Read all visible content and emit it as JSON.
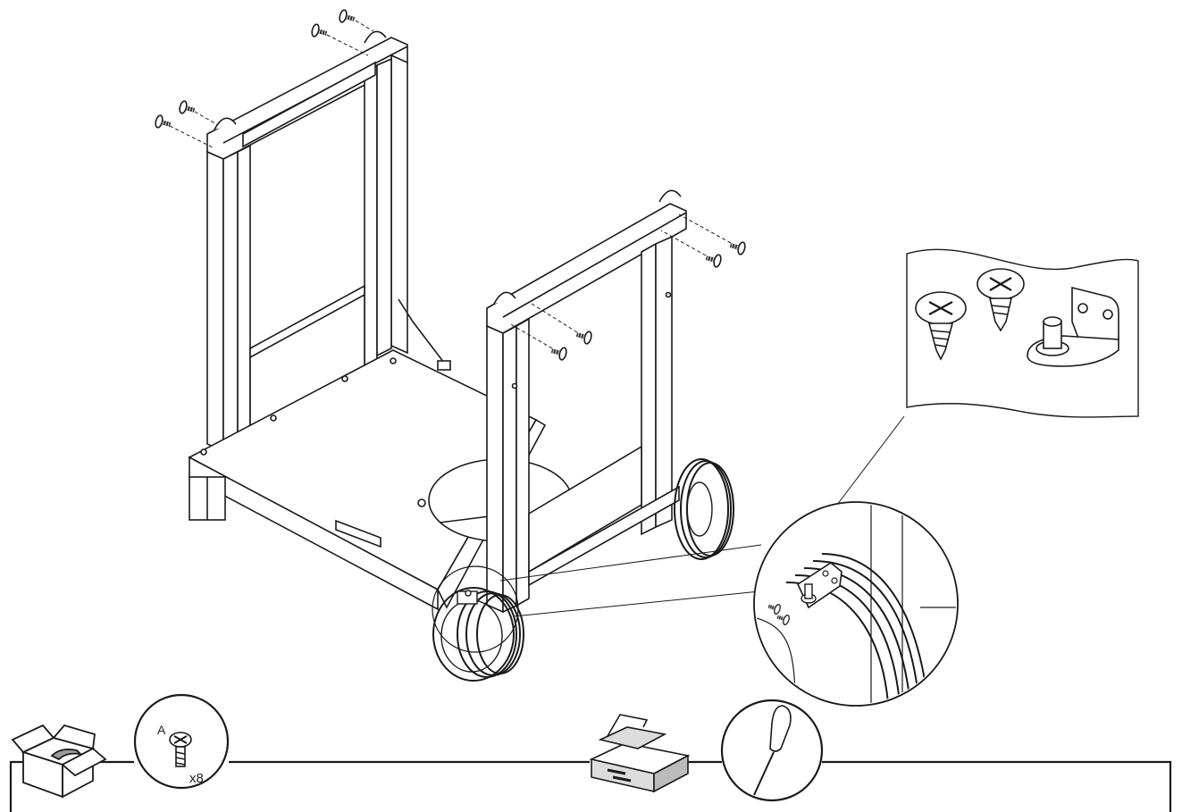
{
  "parts_bar": {
    "parts_icon": "open-box-icon",
    "hardware": {
      "letter": "A",
      "quantity": "x8",
      "icon": "screw-icon"
    },
    "tools_icon": "toolbox-icon",
    "tool_icon": "screwdriver-icon"
  },
  "detail_callout": {
    "contents": [
      "screw",
      "screw",
      "wheel-axle-bracket"
    ]
  },
  "colors": {
    "line": "#1a1a1a",
    "fill": "#ffffff",
    "shade": "#dcdcdc"
  }
}
